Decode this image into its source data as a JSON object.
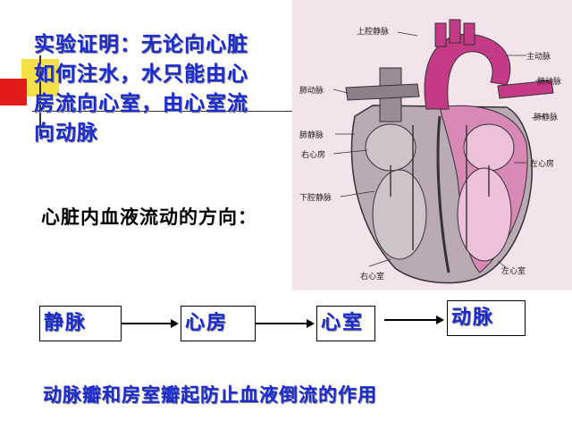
{
  "slide": {
    "title": "实验证明：无论向心脏如何注水，水只能由心房流向心室，由心室流向动脉",
    "subtitle": "心脏内血液流动的方向：",
    "flow": [
      "静脉",
      "心房",
      "心室",
      "动脉"
    ],
    "note": "动脉瓣和房室瓣起防止血液倒流的作用"
  },
  "heart_diagram": {
    "labels": {
      "svc": "上腔静脉",
      "aorta": "主动脉",
      "pa_left": "肺动脉",
      "pa_right": "肺动脉",
      "pv_left": "肺静脉",
      "pv_right": "肺静脉",
      "ra": "右心房",
      "la": "左心房",
      "ivc": "下腔静脉",
      "rv": "右心室",
      "lv": "左心室"
    },
    "colors": {
      "background": "#f3e3ea",
      "artery": "#c43a86",
      "vein": "#9a8c95",
      "outline": "#333333"
    }
  }
}
